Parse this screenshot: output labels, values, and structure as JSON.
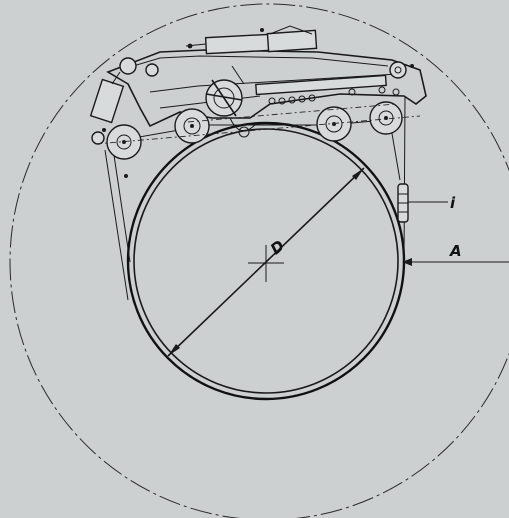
{
  "labels": {
    "diameter": "D",
    "item": "i",
    "distance": "A"
  },
  "colors": {
    "background": "#cdd0d1",
    "ink": "#1a1a1a"
  }
}
